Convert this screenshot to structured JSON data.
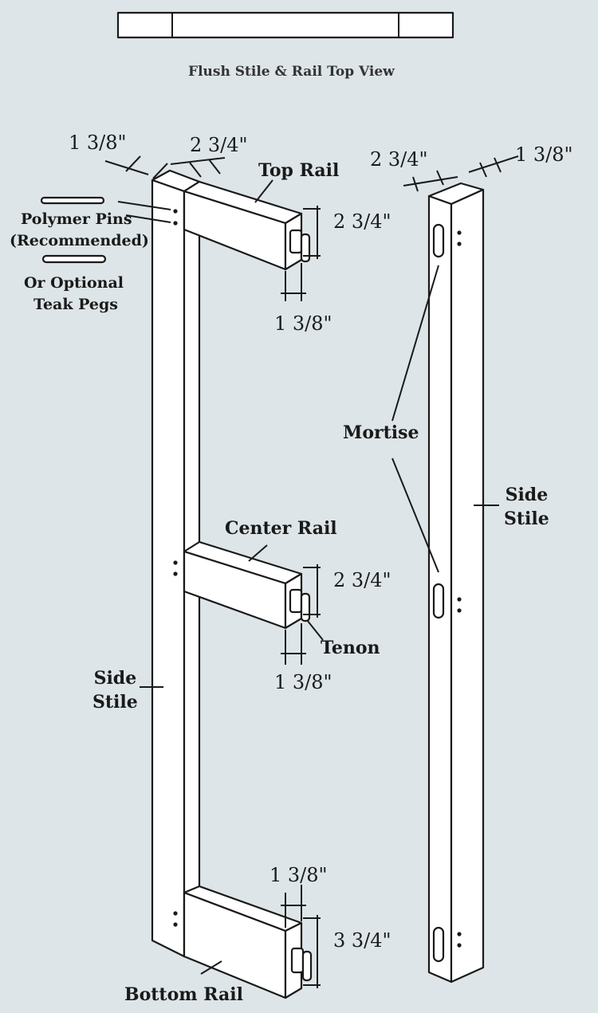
{
  "top_view": {
    "caption": "Flush Stile & Rail Top View"
  },
  "fasteners": {
    "polymer_pins": "Polymer Pins",
    "recommended": "(Recommended)",
    "optional": "Or Optional",
    "teak_pegs": "Teak Pegs"
  },
  "left_assembly": {
    "stile_thickness": "1 3/8\"",
    "stile_width": "2 3/4\"",
    "top_rail": "Top Rail",
    "top_rail_height": "2 3/4\"",
    "top_tenon_thickness": "1 3/8\"",
    "center_rail": "Center Rail",
    "center_rail_height": "2 3/4\"",
    "tenon": "Tenon",
    "center_tenon_thickness": "1 3/8\"",
    "side_stile_line1": "Side",
    "side_stile_line2": "Stile",
    "bottom_tenon_thickness": "1 3/8\"",
    "bottom_rail_height": "3 3/4\"",
    "bottom_rail": "Bottom Rail"
  },
  "right_stile": {
    "width": "2 3/4\"",
    "thickness": "1 3/8\"",
    "mortise": "Mortise",
    "side_stile_line1": "Side",
    "side_stile_line2": "Stile"
  }
}
